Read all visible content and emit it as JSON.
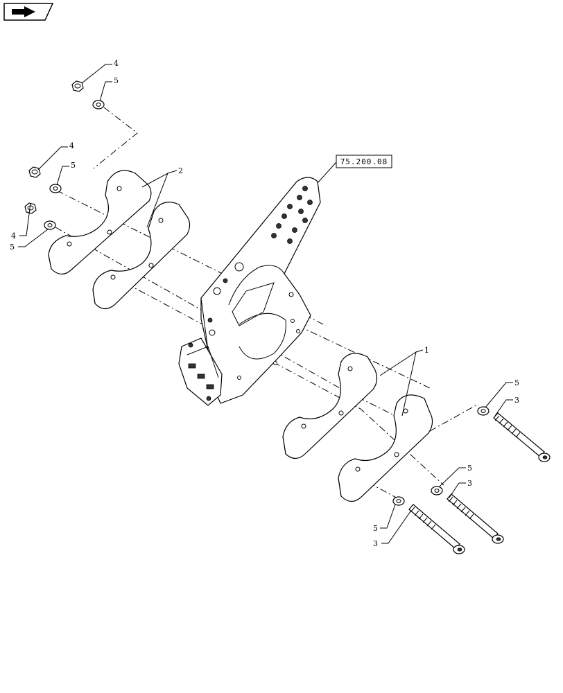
{
  "nav": {
    "icon": "back-arrow-icon"
  },
  "callouts": {
    "nut_top": "4",
    "washer_top": "5",
    "nut_mid": "4",
    "washer_mid": "5",
    "nut_low": "4",
    "washer_low": "5",
    "weights_left": "2",
    "weights_right": "1",
    "washer_r1": "5",
    "bolt_r1": "3",
    "washer_r2": "5",
    "bolt_r2": "3",
    "washer_r3": "5",
    "bolt_r3": "3"
  },
  "reference_box": {
    "label": "75.200.08"
  }
}
